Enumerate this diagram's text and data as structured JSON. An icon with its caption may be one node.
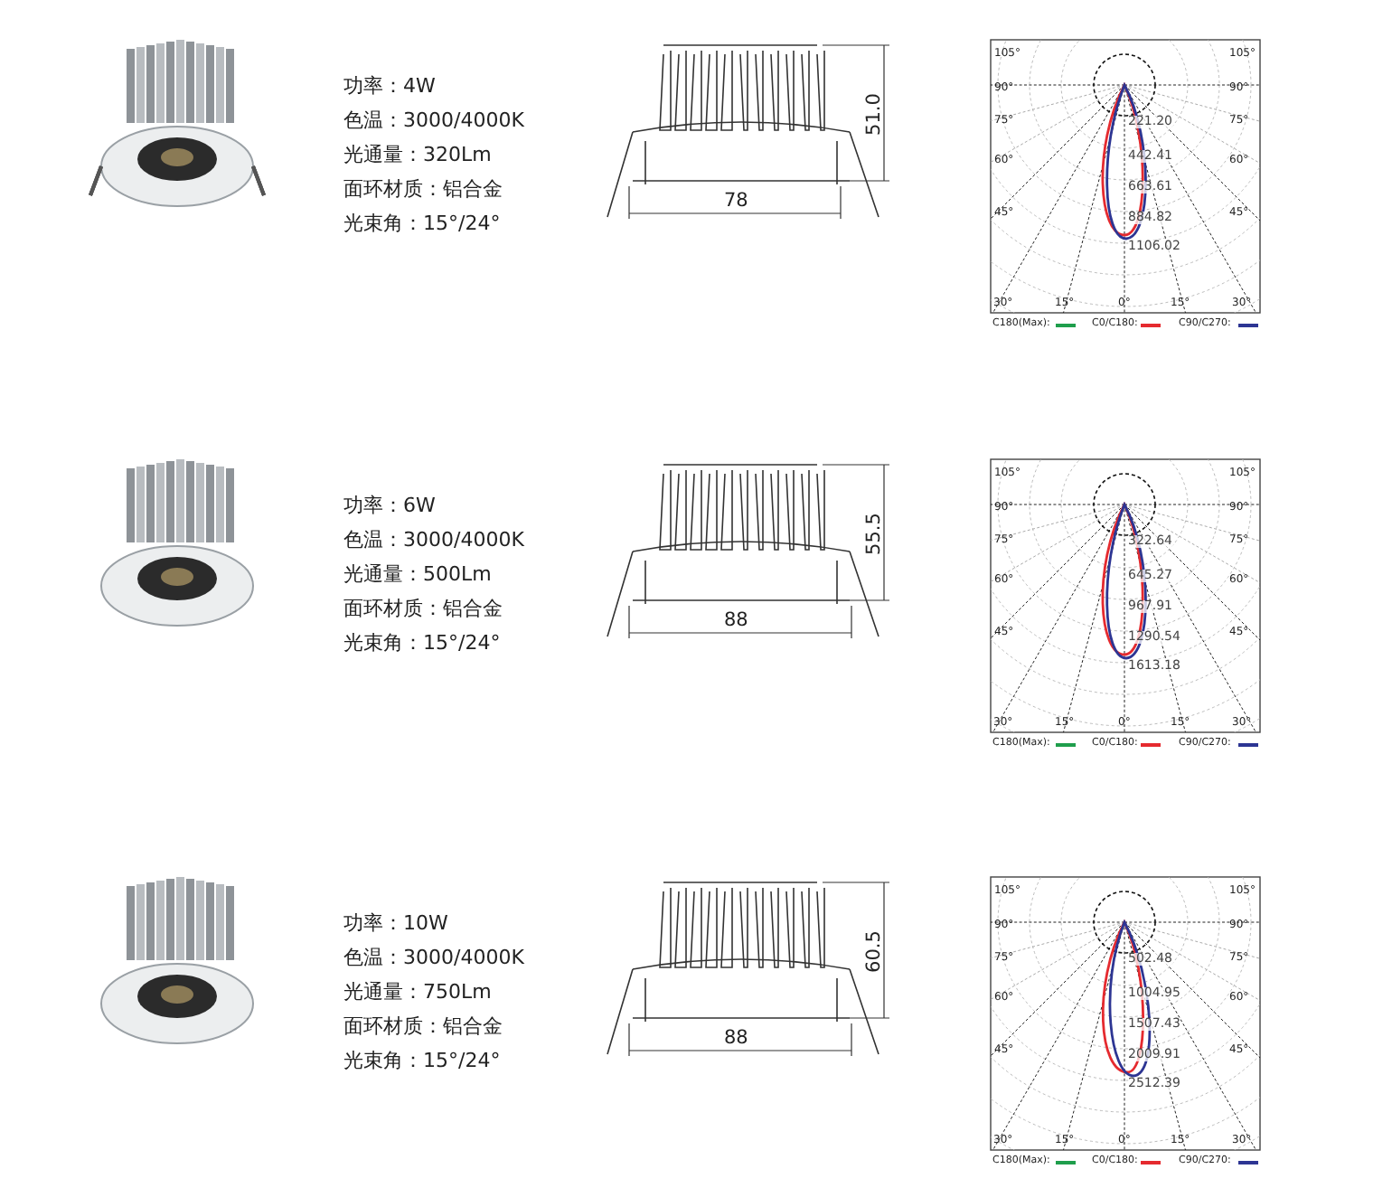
{
  "diagram": {
    "labels": [
      "功率：4W",
      "色温：3000/4000K",
      "光通量：320Lm",
      "面环材质：铝合金",
      "光束角：15°/24°",
      "51.0",
      "78",
      "105°",
      "105°",
      "90°",
      "90°",
      "75°",
      "75°",
      "60°",
      "60°",
      "45°",
      "45°",
      "221.20",
      "442.41",
      "663.61",
      "884.82",
      "1106.02",
      "30°",
      "15°",
      "0°",
      "15°",
      "30°",
      "功率：6W",
      "色温：3000/4000K",
      "光通量：500Lm",
      "面环材质：铝合金",
      "光束角：15°/24°",
      "55.5",
      "88",
      "105°",
      "105°",
      "90°",
      "90°",
      "75°",
      "75°",
      "60°",
      "60°",
      "45°",
      "45°",
      "322.64",
      "645.27",
      "967.91",
      "1290.54",
      "1613.18",
      "30°",
      "15°",
      "0°",
      "15°",
      "30°",
      "功率：10W",
      "色温：3000/4000K",
      "光通量：750Lm",
      "面环材质：铝合金",
      "光束角：15°/24°",
      "60.5",
      "88",
      "105°",
      "105°",
      "90°",
      "90°",
      "75°",
      "75°",
      "60°",
      "60°",
      "45°",
      "45°",
      "502.48",
      "1004.95",
      "1507.43",
      "2009.91",
      "2512.39",
      "30°",
      "15°",
      "0°",
      "15°",
      "30°"
    ],
    "legend": [
      {
        "text": "C180(Max):",
        "color": "#1f9e4c"
      },
      {
        "text": "C0/C180:",
        "color": "#e52a2f"
      },
      {
        "text": "C90/C270:",
        "color": "#2d3593"
      },
      {
        "text": "C180(Max):",
        "color": "#1f9e4c"
      },
      {
        "text": "C0/C180:",
        "color": "#e52a2f"
      },
      {
        "text": "C90/C270:",
        "color": "#2d3593"
      },
      {
        "text": "C180(Max):",
        "color": "#1f9e4c"
      },
      {
        "text": "C0/C180:",
        "color": "#e52a2f"
      },
      {
        "text": "C90/C270:",
        "color": "#2d3593"
      }
    ]
  }
}
